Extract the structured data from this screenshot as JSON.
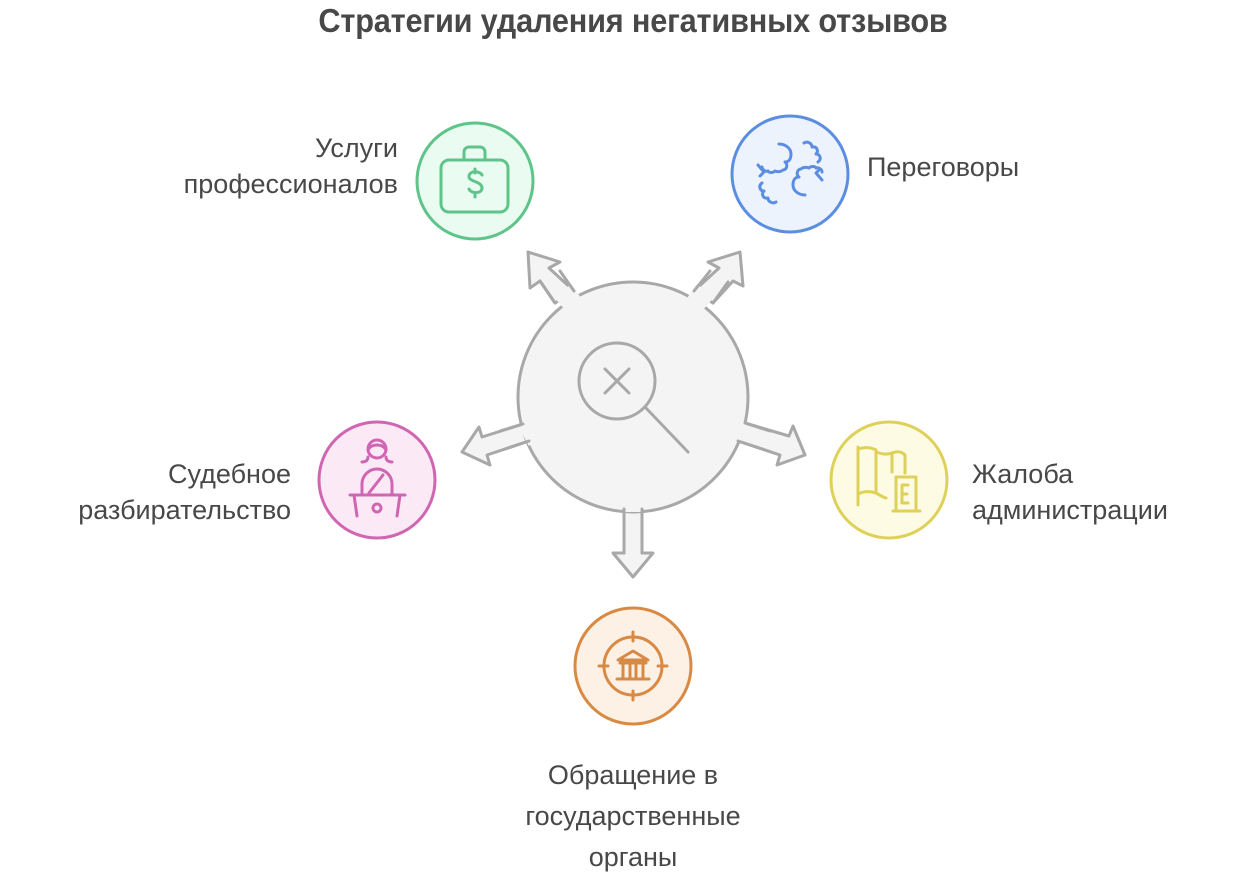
{
  "title": "Стратегии удаления негативных отзывов",
  "center": {
    "icon": "search-remove-icon",
    "fill": "#f4f4f4",
    "stroke": "#a8a8a8"
  },
  "nodes": [
    {
      "id": "professional-services",
      "label_line1": "Услуги",
      "label_line2": "профессионалов",
      "icon": "money-briefcase-icon",
      "stroke": "#5ec48a",
      "fill": "#eafbf1"
    },
    {
      "id": "negotiations",
      "label_line1": "Переговоры",
      "icon": "fist-bump-icon",
      "stroke": "#5b8ee0",
      "fill": "#edf3fd"
    },
    {
      "id": "litigation",
      "label_line1": "Судебное",
      "label_line2": "разбирательство",
      "icon": "judge-at-podium-icon",
      "stroke": "#d066b2",
      "fill": "#fbeaf6"
    },
    {
      "id": "admin-complaint",
      "label_line1": "Жалоба",
      "label_line2": "администрации",
      "icon": "flag-document-icon",
      "stroke": "#ded15a",
      "fill": "#fdfbe3"
    },
    {
      "id": "government-appeal",
      "label_line1": "Обращение в",
      "label_line2": "государственные",
      "label_line3": "органы",
      "icon": "government-target-icon",
      "stroke": "#d88a45",
      "fill": "#fdf1e6"
    }
  ]
}
